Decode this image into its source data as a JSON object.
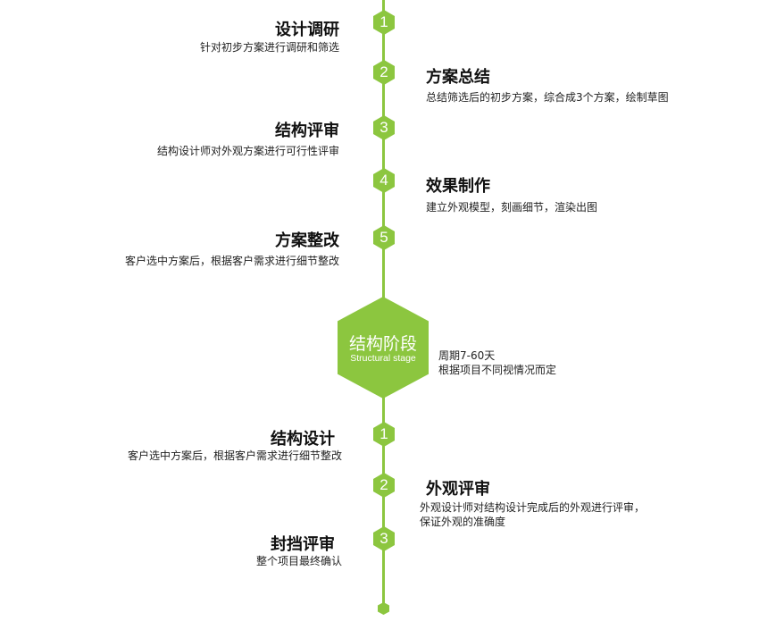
{
  "colors": {
    "accent": "#8cc63f",
    "text": "#222222"
  },
  "phase1": {
    "steps": [
      {
        "num": "1",
        "title": "设计调研",
        "desc": "针对初步方案进行调研和筛选",
        "side": "left"
      },
      {
        "num": "2",
        "title": "方案总结",
        "desc": "总结筛选后的初步方案，综合成3个方案，绘制草图",
        "side": "right"
      },
      {
        "num": "3",
        "title": "结构评审",
        "desc": "结构设计师对外观方案进行可行性评审",
        "side": "left"
      },
      {
        "num": "4",
        "title": "效果制作",
        "desc": "建立外观模型，刻画细节，渲染出图",
        "side": "right"
      },
      {
        "num": "5",
        "title": "方案整改",
        "desc": "客户选中方案后，根据客户需求进行细节整改",
        "side": "left"
      }
    ]
  },
  "stage": {
    "title_cn": "结构阶段",
    "title_en": "Structural stage",
    "period": "周期7-60天",
    "note": "根据项目不同视情况而定"
  },
  "phase2": {
    "steps": [
      {
        "num": "1",
        "title": "结构设计",
        "desc": "客户选中方案后，根据客户需求进行细节整改",
        "side": "left"
      },
      {
        "num": "2",
        "title": "外观评审",
        "desc_line1": "外观设计师对结构设计完成后的外观进行评审，",
        "desc_line2": "保证外观的准确度",
        "side": "right"
      },
      {
        "num": "3",
        "title": "封挡评审",
        "desc": "整个项目最终确认",
        "side": "left"
      }
    ]
  }
}
